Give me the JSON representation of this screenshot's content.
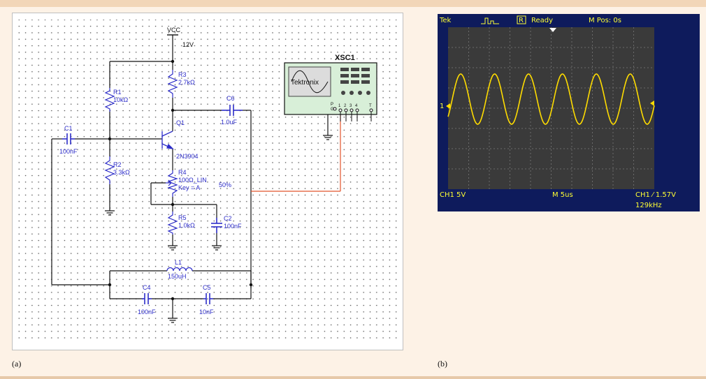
{
  "figure": {
    "panel_a_caption": "(a)",
    "panel_b_caption": "(b)"
  },
  "schematic": {
    "vcc_label": "VCC",
    "vcc_value": "12V",
    "r1": {
      "name": "R1",
      "value": "10kΩ"
    },
    "r2": {
      "name": "R2",
      "value": "3.3kΩ"
    },
    "r3": {
      "name": "R3",
      "value": "2.7kΩ"
    },
    "r5": {
      "name": "R5",
      "value": "1.0kΩ"
    },
    "r4": {
      "name": "R4",
      "value": "100Ω_LIN",
      "key": "Key = A",
      "percent": "50%"
    },
    "c1": {
      "name": "C1",
      "value": "100nF"
    },
    "c2": {
      "name": "C2",
      "value": "100nF"
    },
    "c4": {
      "name": "C4",
      "value": "100nF"
    },
    "c5": {
      "name": "C5",
      "value": "10nF"
    },
    "c6": {
      "name": "C6",
      "value": "1.0uF"
    },
    "q1": {
      "name": "Q1",
      "part": "2N3904"
    },
    "l1": {
      "name": "L1",
      "value": "150uH"
    },
    "scope_instrument": {
      "name": "XSC1",
      "brand": "Tektronix",
      "terminal_labels": [
        "P",
        "G",
        "1",
        "2",
        "3",
        "4",
        "T"
      ]
    }
  },
  "oscilloscope": {
    "brand": "Tek",
    "status": "Ready",
    "run_indicator": "R",
    "mpos": "M Pos: 0s",
    "ch1_scale": "CH1  5V",
    "timebase": "M 5us",
    "trigger": "CH1 ⁄ 1.57V",
    "frequency": "129kHz",
    "channel_marker": "1",
    "colors": {
      "screen_bg": "#0e1b5c",
      "grid_bg": "#3a3a3a",
      "trace": "#ffdc00",
      "text": "#ffff33"
    }
  }
}
